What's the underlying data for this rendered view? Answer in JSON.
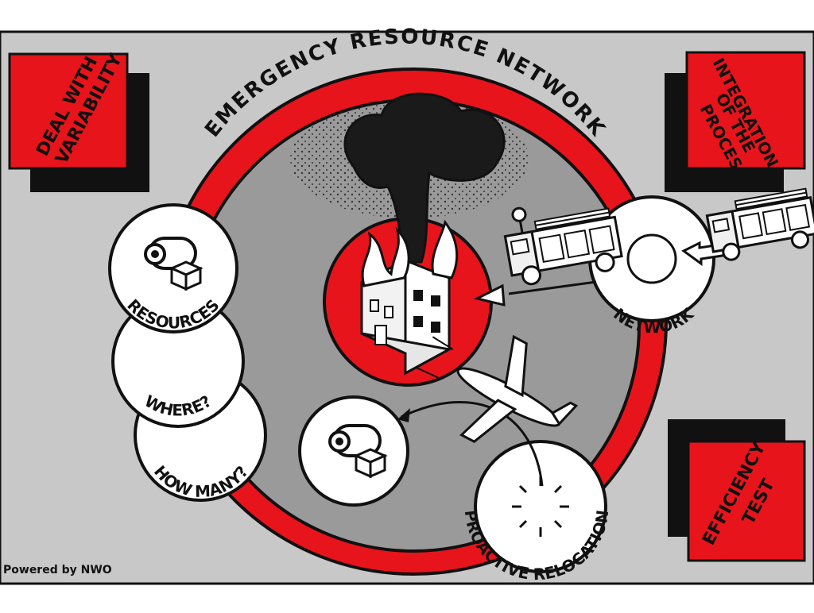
{
  "title": "EMERGENCY RESOURCE NETWORK",
  "corner_labels": {
    "top_left": [
      "DEAL WITH",
      "VARIABILITY"
    ],
    "top_right": [
      "INTEGRATION",
      "OF THE",
      "PROCES"
    ],
    "bottom_right": [
      "EFFICIENCY",
      "TEST"
    ]
  },
  "bubbles": {
    "resources": "RESOURCES",
    "where": "WHERE?",
    "how_many": "HOW MANY?",
    "network": "NETWORK",
    "proactive_relocation": "PROACTIVE RELOCATION"
  },
  "footer": {
    "powered_by": "Powered by NWO"
  },
  "colors": {
    "red": "#e8141b",
    "panel_gray": "#c8c8c8",
    "inner_gray": "#9a9a9a",
    "ink": "#111111"
  }
}
